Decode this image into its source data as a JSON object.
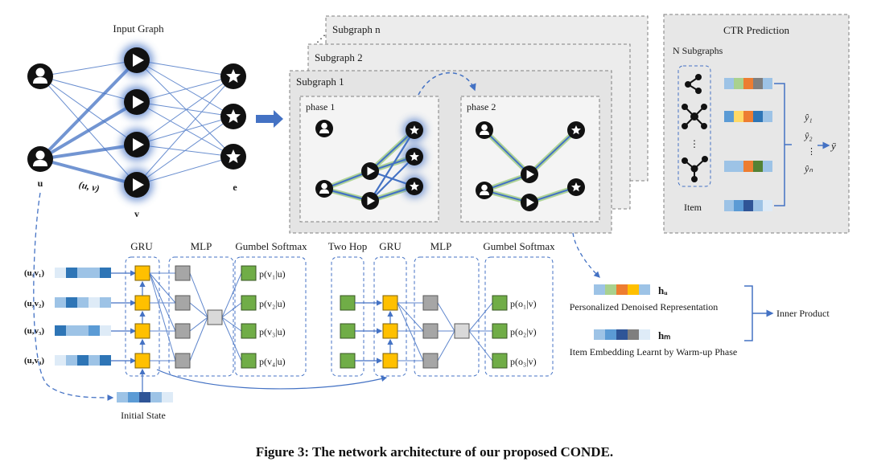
{
  "input_graph": {
    "title": "Input Graph",
    "user_label": "u",
    "item_label": "v",
    "entity_label": "e",
    "edge_label": "(u, v)"
  },
  "subgraphs": {
    "labels": [
      "Subgraph n",
      "Subgraph 2",
      "Subgraph 1"
    ],
    "phase1": "phase 1",
    "phase2": "phase 2"
  },
  "ctr": {
    "title": "CTR Prediction",
    "n_subgraphs": "N Subgraphs",
    "item": "Item",
    "y_hats": [
      "ŷ₁",
      "ŷ₂",
      "⋮",
      "ŷₙ"
    ],
    "y_bar": "ȳ"
  },
  "pipeline": {
    "gru": "GRU",
    "mlp": "MLP",
    "gumbel": "Gumbel Softmax",
    "two_hop": "Two Hop",
    "gru2": "GRU",
    "mlp2": "MLP",
    "gumbel2": "Gumbel Softmax",
    "inputs": [
      "(u,v₁)",
      "(u,v₂)",
      "(u,v₃)",
      "(u,v₄)"
    ],
    "probs1": [
      "p(v₁|u)",
      "p(v₂|u)",
      "p(v₃|u)",
      "p(v₄|u)"
    ],
    "probs2": [
      "p(o₁|v)",
      "p(o₂|v)",
      "p(o₃|v)"
    ],
    "initial_state": "Initial State"
  },
  "output": {
    "hu": "hᵤ",
    "hu_desc": "Personalized Denoised Representation",
    "hm": "hₘ",
    "hm_desc": "Item Embedding Learnt by Warm-up Phase",
    "inner_product": "Inner Product"
  },
  "caption": "Figure 3: The network architecture of our proposed CONDE.",
  "colors": {
    "accent_blue": "#4472c4",
    "gru_yellow": "#ffc000",
    "green_box": "#70ad47",
    "gray_box": "#a6a6a6",
    "panel_gray": "#e7e7e7"
  }
}
